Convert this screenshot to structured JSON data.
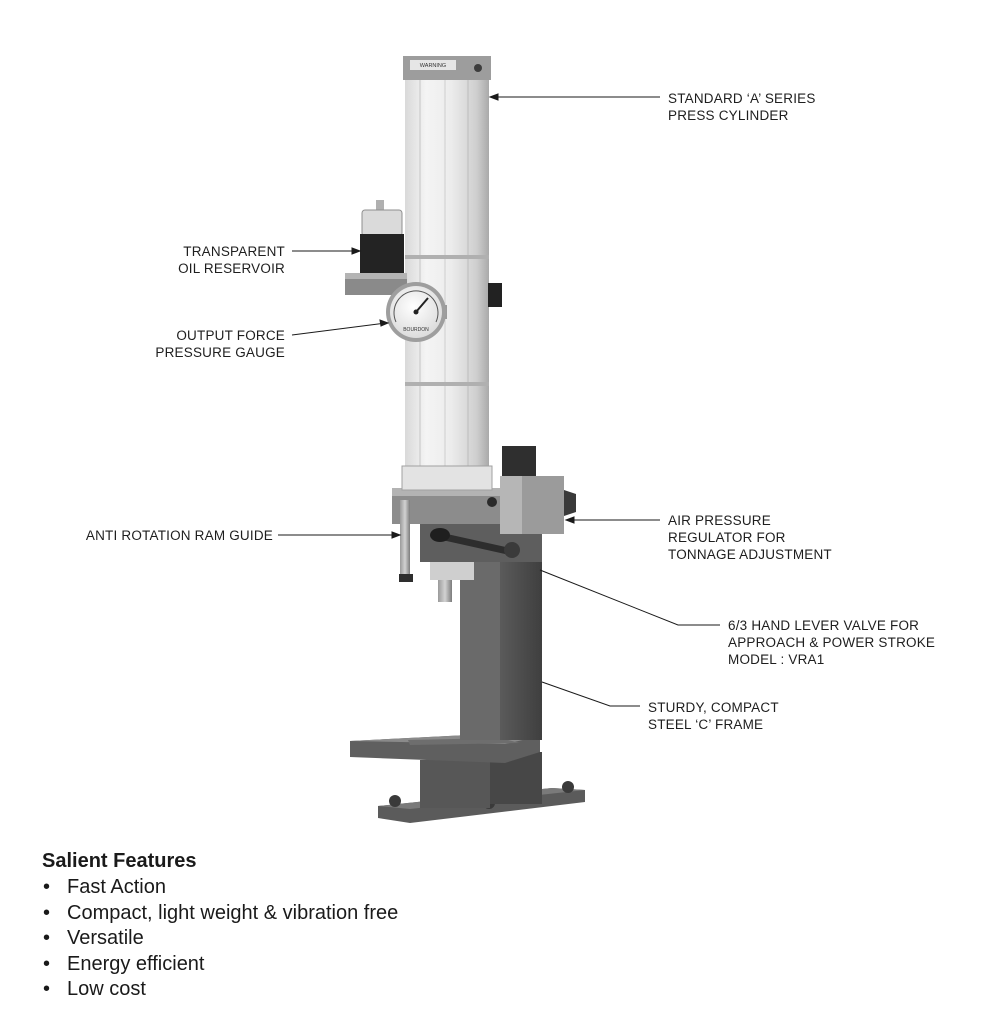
{
  "callouts": {
    "cylinder": [
      "STANDARD ‘A’ SERIES",
      "PRESS CYLINDER"
    ],
    "reservoir": [
      "TRANSPARENT",
      "OIL RESERVOIR"
    ],
    "gauge": [
      "OUTPUT FORCE",
      "PRESSURE GAUGE"
    ],
    "ram_guide": [
      "ANTI ROTATION RAM GUIDE"
    ],
    "regulator": [
      "AIR PRESSURE",
      "REGULATOR FOR",
      "TONNAGE ADJUSTMENT"
    ],
    "valve": [
      "6/3 HAND LEVER VALVE FOR",
      "APPROACH & POWER STROKE",
      "MODEL : VRA1"
    ],
    "frame": [
      "STURDY, COMPACT",
      "STEEL ‘C’ FRAME"
    ]
  },
  "features": {
    "title": "Salient Features",
    "bullet": "•",
    "items": [
      "Fast Action",
      "Compact, light weight & vibration free",
      "Versatile",
      "Energy efficient",
      "Low cost"
    ]
  },
  "cylinder_plate_text": "WARNING",
  "gauge_brand": "BOURDON"
}
